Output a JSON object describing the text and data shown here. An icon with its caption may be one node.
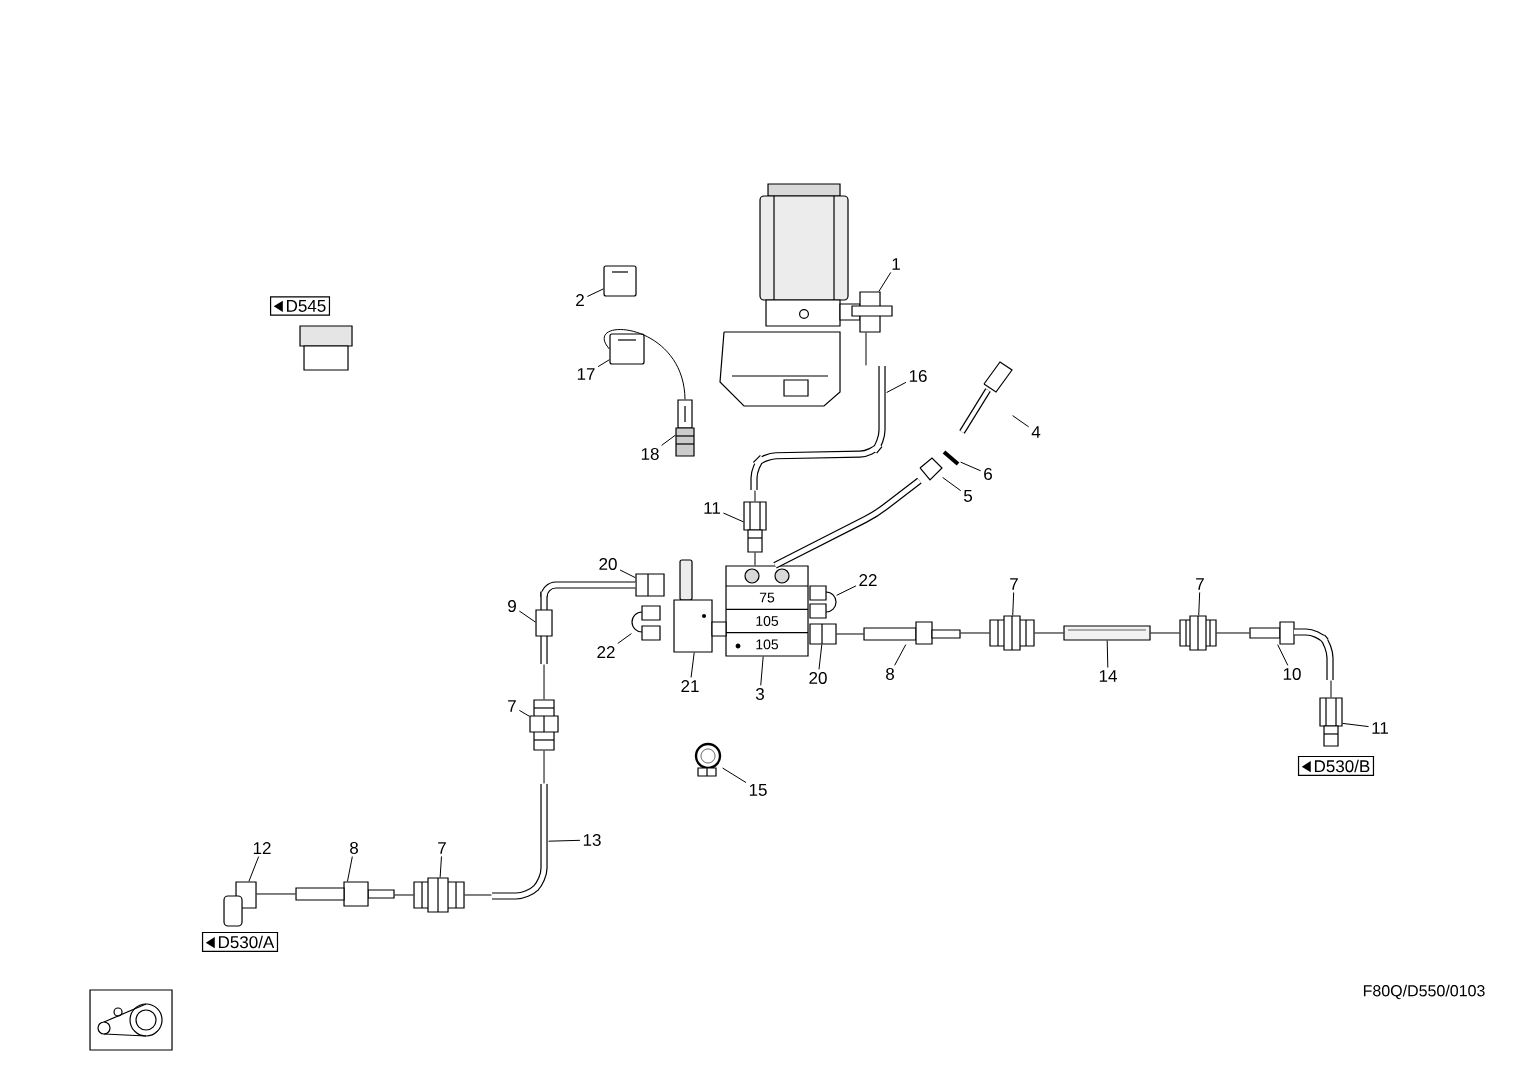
{
  "diagram": {
    "nodes": [
      {
        "text": [
          "D545"
        ]
      },
      {
        "text": [
          "1"
        ]
      },
      {
        "text": [
          "2"
        ]
      },
      {
        "text": [
          "17"
        ]
      },
      {
        "text": [
          "18"
        ]
      },
      {
        "text": [
          "16"
        ]
      },
      {
        "text": [
          "4"
        ]
      },
      {
        "text": [
          "6"
        ]
      },
      {
        "text": [
          "5"
        ]
      },
      {
        "text": [
          "11"
        ]
      },
      {
        "text": [
          "20"
        ]
      },
      {
        "text": [
          "75",
          "105",
          "105"
        ]
      },
      {
        "text": [
          "22"
        ]
      },
      {
        "text": [
          "9"
        ]
      },
      {
        "text": [
          "22"
        ]
      },
      {
        "text": [
          "21"
        ]
      },
      {
        "text": [
          "3"
        ]
      },
      {
        "text": [
          "20"
        ]
      },
      {
        "text": [
          "8"
        ]
      },
      {
        "text": [
          "7"
        ]
      },
      {
        "text": [
          "14"
        ]
      },
      {
        "text": [
          "7"
        ]
      },
      {
        "text": [
          "10"
        ]
      },
      {
        "text": [
          "11"
        ]
      },
      {
        "text": [
          "D530/B"
        ]
      },
      {
        "text": [
          "7"
        ]
      },
      {
        "text": [
          "15"
        ]
      },
      {
        "text": [
          "13"
        ]
      },
      {
        "text": [
          "12"
        ]
      },
      {
        "text": [
          "8"
        ]
      },
      {
        "text": [
          "7"
        ]
      },
      {
        "text": [
          "D530/A"
        ]
      },
      {
        "text": [],
        "shape": "picture"
      },
      {
        "text": [],
        "shape": "picture"
      },
      {
        "text": [],
        "shape": "picture"
      },
      {
        "text": [],
        "shape": "picture"
      },
      {
        "text": [],
        "shape": "picture"
      },
      {
        "text": [],
        "shape": "picture"
      },
      {
        "text": [],
        "shape": "picture"
      },
      {
        "text": [],
        "shape": "picture"
      },
      {
        "text": [],
        "shape": "picture"
      },
      {
        "text": [],
        "shape": "picture"
      },
      {
        "text": [],
        "shape": "picture"
      },
      {
        "text": [],
        "shape": "picture"
      },
      {
        "text": [],
        "shape": "picture"
      },
      {
        "text": [],
        "shape": "picture"
      },
      {
        "text": [],
        "shape": "picture"
      },
      {
        "text": [],
        "shape": "picture"
      },
      {
        "text": [],
        "shape": "picture"
      },
      {
        "text": [],
        "shape": "picture"
      },
      {
        "text": [],
        "shape": "picture"
      },
      {
        "text": [],
        "shape": "picture"
      },
      {
        "text": [],
        "shape": "picture"
      },
      {
        "text": [],
        "shape": "picture"
      },
      {
        "text": [],
        "shape": "picture"
      },
      {
        "text": [],
        "shape": "picture"
      },
      {
        "text": [],
        "shape": "picture"
      },
      {
        "text": [],
        "shape": "picture"
      },
      {
        "text": [],
        "shape": "picture"
      },
      {
        "text": [],
        "shape": "picture"
      }
    ],
    "edges": [
      {
        "from": 1,
        "to": 32,
        "arrow": "none"
      },
      {
        "from": 2,
        "to": 33,
        "arrow": "none"
      },
      {
        "from": 3,
        "to": 34,
        "arrow": "none"
      },
      {
        "from": 4,
        "to": 35,
        "arrow": "none"
      },
      {
        "from": 5,
        "to": 36,
        "arrow": "none"
      },
      {
        "from": 6,
        "to": 37,
        "arrow": "none"
      },
      {
        "from": 7,
        "to": 38,
        "arrow": "none"
      },
      {
        "from": 8,
        "to": 39,
        "arrow": "none"
      },
      {
        "from": 9,
        "to": 40,
        "arrow": "none"
      },
      {
        "from": 10,
        "to": 41,
        "arrow": "none"
      },
      {
        "from": 12,
        "to": 45,
        "arrow": "none"
      },
      {
        "from": 13,
        "to": 42,
        "arrow": "none"
      },
      {
        "from": 14,
        "to": 43,
        "arrow": "none"
      },
      {
        "from": 15,
        "to": 44,
        "arrow": "none"
      },
      {
        "from": 16,
        "to": 11,
        "arrow": "none"
      },
      {
        "from": 17,
        "to": 46,
        "arrow": "none"
      },
      {
        "from": 18,
        "to": 47,
        "arrow": "none"
      },
      {
        "from": 19,
        "to": 48,
        "arrow": "none"
      },
      {
        "from": 20,
        "to": 49,
        "arrow": "none"
      },
      {
        "from": 21,
        "to": 50,
        "arrow": "none"
      },
      {
        "from": 22,
        "to": 51,
        "arrow": "none"
      },
      {
        "from": 23,
        "to": 52,
        "arrow": "none"
      },
      {
        "from": 25,
        "to": 53,
        "arrow": "none"
      },
      {
        "from": 26,
        "to": 54,
        "arrow": "none"
      },
      {
        "from": 27,
        "to": 55,
        "arrow": "none"
      },
      {
        "from": 28,
        "to": 58,
        "arrow": "none"
      },
      {
        "from": 29,
        "to": 57,
        "arrow": "none"
      },
      {
        "from": 30,
        "to": 56,
        "arrow": "none"
      },
      {
        "from": 32,
        "to": 36,
        "arrow": "none"
      },
      {
        "from": 36,
        "to": 40,
        "arrow": "none"
      },
      {
        "from": 40,
        "to": 11,
        "arrow": "none"
      },
      {
        "from": 39,
        "to": 11,
        "arrow": "none",
        "style": "thick"
      },
      {
        "from": 34,
        "to": 35,
        "arrow": "none"
      },
      {
        "from": 41,
        "to": 42,
        "arrow": "none",
        "style": "thick"
      },
      {
        "from": 42,
        "to": 53,
        "arrow": "none"
      },
      {
        "from": 53,
        "to": 55,
        "arrow": "none"
      },
      {
        "from": 55,
        "to": 56,
        "arrow": "none"
      },
      {
        "from": 56,
        "to": 57,
        "arrow": "none"
      },
      {
        "from": 57,
        "to": 58,
        "arrow": "none"
      },
      {
        "from": 46,
        "to": 47,
        "arrow": "none"
      },
      {
        "from": 47,
        "to": 48,
        "arrow": "none"
      },
      {
        "from": 48,
        "to": 49,
        "arrow": "none"
      },
      {
        "from": 49,
        "to": 50,
        "arrow": "none"
      },
      {
        "from": 50,
        "to": 51,
        "arrow": "none"
      },
      {
        "from": 59,
        "to": 52,
        "arrow": "none"
      }
    ],
    "labels": [
      "F80Q/D550/0103"
    ]
  }
}
